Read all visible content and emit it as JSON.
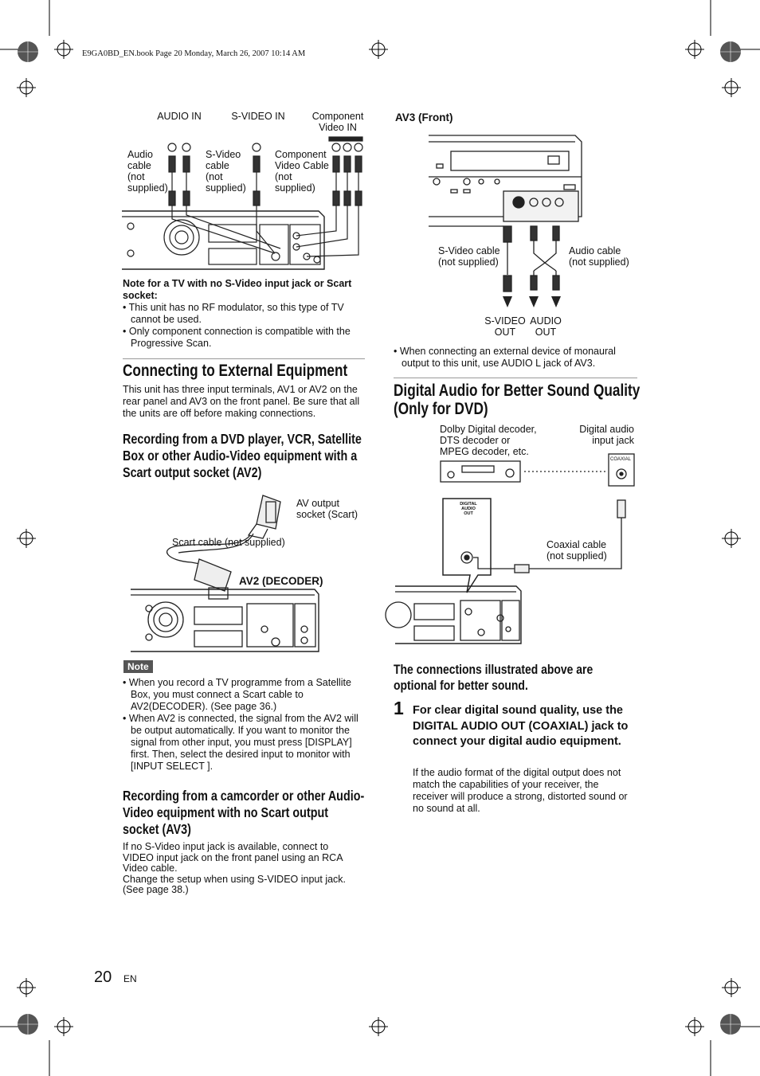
{
  "header": {
    "file_line": "E9GA0BD_EN.book  Page 20  Monday, March 26, 2007  10:14 AM"
  },
  "fig_top_left": {
    "col_labels": [
      "AUDIO IN",
      "S-VIDEO IN",
      "Component\nVideo IN"
    ],
    "cable_labels": [
      "Audio\ncable\n(not\nsupplied)",
      "S-Video\ncable\n(not\nsupplied)",
      "Component\nVideo Cable\n(not\nsupplied)"
    ]
  },
  "tv_note": {
    "title": "Note for a TV with no S-Video input jack or Scart socket:",
    "bullets": [
      "This unit has no RF modulator, so this type of TV cannot be used.",
      "Only component connection is compatible with the Progressive Scan."
    ]
  },
  "section_external": {
    "title": "Connecting to External Equipment",
    "body": "This unit has three input terminals, AV1 or AV2 on the rear panel and AV3 on the front panel. Be sure that all the units are off before making connections."
  },
  "section_av2": {
    "title": "Recording from a DVD player, VCR, Satellite Box or other Audio-Video equipment with a Scart output socket (AV2)",
    "fig": {
      "av_output": "AV output\nsocket (Scart)",
      "scart_cable": "Scart cable (not supplied)",
      "decoder_label": "AV2 (DECODER)"
    },
    "note_label": "Note",
    "notes": [
      "When you record a TV programme from a Satellite Box, you must connect a Scart cable to AV2(DECODER). (See page 36.)",
      "When AV2 is connected, the signal from the AV2 will be output automatically. If you want to monitor the signal from other input, you must press [DISPLAY] first. Then, select the desired input to monitor with [INPUT SELECT ]."
    ]
  },
  "section_av3": {
    "title": "Recording from a camcorder or other Audio-Video equipment with no Scart output socket (AV3)",
    "body1": "If no S-Video input  jack is available, connect to VIDEO input jack on the front panel using an RCA Video cable.",
    "body2": "Change the setup when using S-VIDEO input jack. (See page 38.)"
  },
  "fig_av3": {
    "title": "AV3 (Front)",
    "svideo_cable": "S-Video cable\n(not supplied)",
    "audio_cable": "Audio cable\n(not supplied)",
    "svideo_out": "S-VIDEO\nOUT",
    "audio_out": "AUDIO\nOUT"
  },
  "av3_note": "When connecting an external device of monaural output to this unit, use AUDIO L jack of AV3.",
  "section_digital": {
    "title": "Digital Audio for Better Sound Quality (Only for DVD)",
    "fig": {
      "decoder_label": "Dolby Digital decoder,\nDTS decoder or\nMPEG decoder, etc.",
      "input_jack_label": "Digital audio\ninput jack",
      "coaxial_small": "COAXIAL",
      "digital_out_small": "DIGITAL\nAUDIO OUT",
      "coaxial_cable": "Coaxial cable\n(not supplied)"
    },
    "optional": "The connections illustrated above are optional for better sound.",
    "step_num": "1",
    "step_title": "For clear digital sound quality, use the DIGITAL AUDIO OUT (COAXIAL) jack to connect your digital audio equipment.",
    "step_body": "If the audio format of the digital output does not match the capabilities of your receiver, the receiver will produce a strong, distorted sound or no sound at all."
  },
  "footer": {
    "page_number": "20",
    "lang": "EN"
  }
}
